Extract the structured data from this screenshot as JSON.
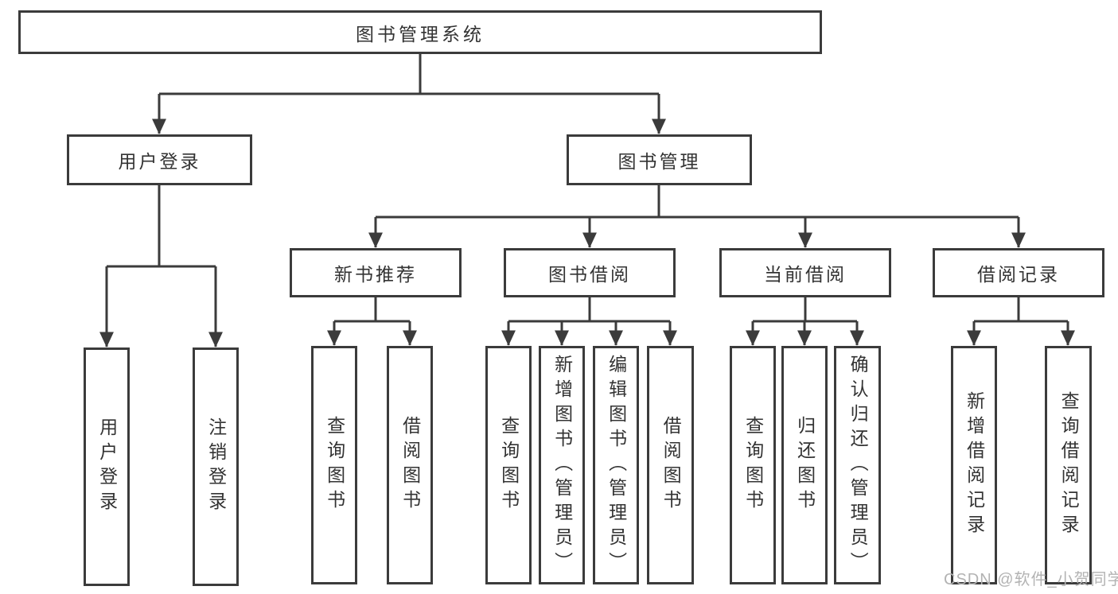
{
  "tree": {
    "root": {
      "label": "图书管理系统",
      "children": [
        {
          "label": "用户登录",
          "children": [
            {
              "label": "用户登录"
            },
            {
              "label": "注销登录"
            }
          ]
        },
        {
          "label": "图书管理",
          "children": [
            {
              "label": "新书推荐",
              "children": [
                {
                  "label": "查询图书"
                },
                {
                  "label": "借阅图书"
                }
              ]
            },
            {
              "label": "图书借阅",
              "children": [
                {
                  "label": "查询图书"
                },
                {
                  "label": "新增图书（管理员）"
                },
                {
                  "label": "编辑图书（管理员）"
                },
                {
                  "label": "借阅图书"
                }
              ]
            },
            {
              "label": "当前借阅",
              "children": [
                {
                  "label": "查询图书"
                },
                {
                  "label": "归还图书"
                },
                {
                  "label": "确认归还（管理员）"
                }
              ]
            },
            {
              "label": "借阅记录",
              "children": [
                {
                  "label": "新增借阅记录"
                },
                {
                  "label": "查询借阅记录"
                }
              ]
            }
          ]
        }
      ]
    }
  },
  "watermark": {
    "text": "CSDN @软件_小贺同学"
  },
  "colors": {
    "line": "#3b3b3b",
    "box_border": "#3b3b3b",
    "text": "#333333",
    "watermark": "#b3b3b3",
    "background": "#ffffff"
  }
}
